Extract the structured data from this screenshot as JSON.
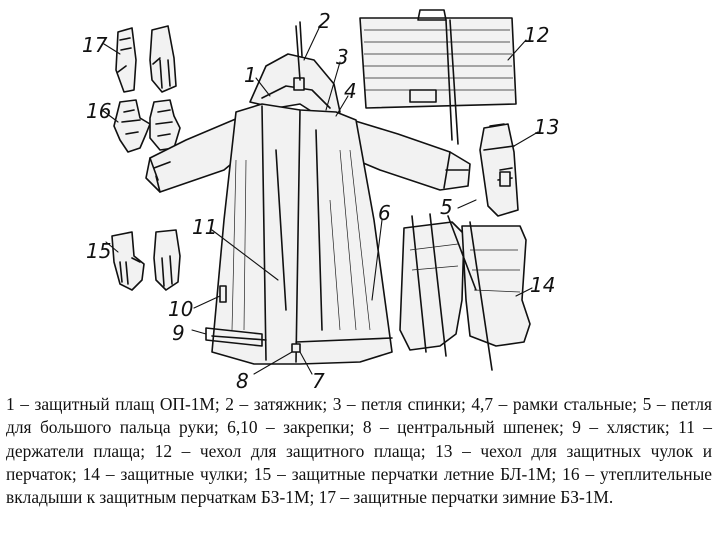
{
  "figure": {
    "callouts": [
      {
        "id": "n1",
        "text": "1"
      },
      {
        "id": "n2",
        "text": "2"
      },
      {
        "id": "n3",
        "text": "3"
      },
      {
        "id": "n4",
        "text": "4"
      },
      {
        "id": "n5",
        "text": "5"
      },
      {
        "id": "n6",
        "text": "6"
      },
      {
        "id": "n7",
        "text": "7"
      },
      {
        "id": "n8",
        "text": "8"
      },
      {
        "id": "n9",
        "text": "9"
      },
      {
        "id": "n10",
        "text": "10"
      },
      {
        "id": "n11",
        "text": "11"
      },
      {
        "id": "n12",
        "text": "12"
      },
      {
        "id": "n13",
        "text": "13"
      },
      {
        "id": "n14",
        "text": "14"
      },
      {
        "id": "n15",
        "text": "15"
      },
      {
        "id": "n16",
        "text": "16"
      },
      {
        "id": "n17",
        "text": "17"
      }
    ]
  },
  "caption": "1 – защитный плащ ОП-1М; 2 – затяжник; 3 – петля спинки; 4,7 – рамки стальные; 5 – петля для большого пальца руки; 6,10 – закрепки; 8 – центральный шпенек; 9 – хлястик; 11 – держатели плаща; 12 – чехол для защитного плаща; 13 – чехол для защитных чулок и перчаток; 14 – защитные чулки; 15 – защитные перчатки летние БЛ-1М; 16 – утеплительные вкладыши к защитным перчаткам БЗ-1М; 17 – защитные перчатки зимние БЗ-1М."
}
